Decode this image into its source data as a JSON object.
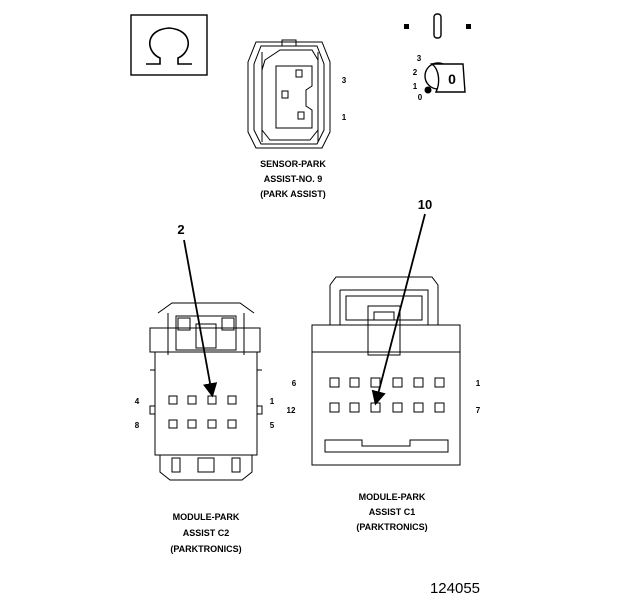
{
  "figure_id": "124055",
  "ground_symbol_icon": "ohm-symbol-icon",
  "sensor": {
    "name_line1": "SENSOR-PARK",
    "name_line2": "ASSIST-NO. 9",
    "name_line3": "(PARK ASSIST)",
    "pin_top": "3",
    "pin_bottom": "1"
  },
  "switch": {
    "positions": [
      "3",
      "2",
      "1",
      "0"
    ],
    "knob_label": "0"
  },
  "module_c2": {
    "name_line1": "MODULE-PARK",
    "name_line2": "ASSIST C2",
    "name_line3": "(PARKTRONICS)",
    "pin_top_left": "4",
    "pin_top_right": "1",
    "pin_bottom_left": "8",
    "pin_bottom_right": "5",
    "callout": "2"
  },
  "module_c1": {
    "name_line1": "MODULE-PARK",
    "name_line2": "ASSIST C1",
    "name_line3": "(PARKTRONICS)",
    "pin_top_left": "6",
    "pin_top_right": "1",
    "pin_bottom_left": "12",
    "pin_bottom_right": "7",
    "callout": "10"
  }
}
